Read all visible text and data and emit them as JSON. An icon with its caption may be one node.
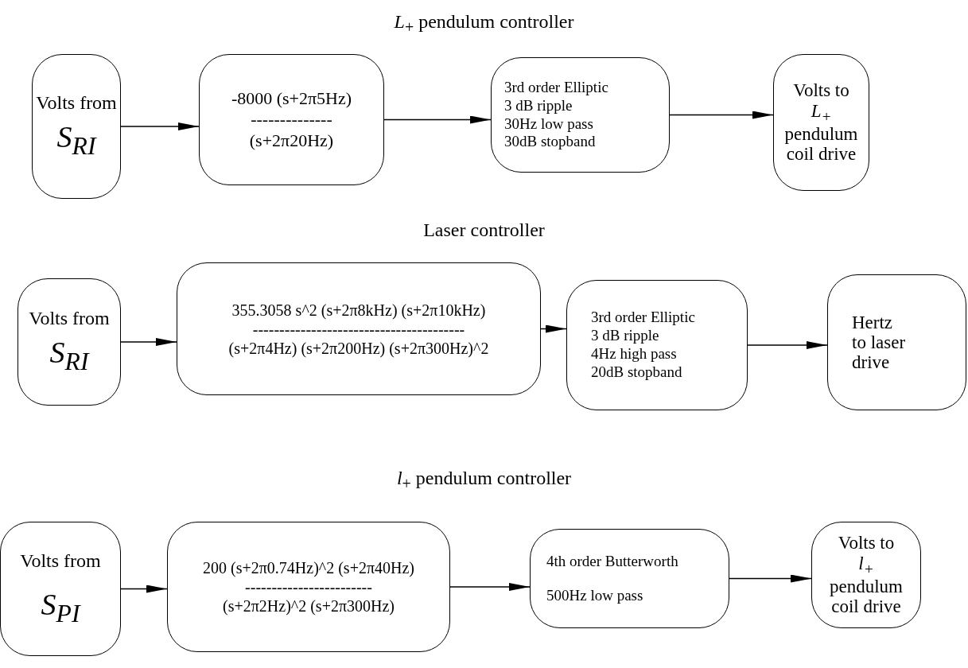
{
  "diagram": {
    "nodes": [
      {
        "text": [
          "Volts from",
          "S$_{RI}$"
        ]
      },
      {
        "text": [
          "-8000 (s+2π5Hz)",
          "--------------",
          "(s+2π20Hz)"
        ]
      },
      {
        "text": [
          "3rd order Elliptic",
          "3 dB ripple",
          "30Hz low pass",
          "30dB stopband"
        ]
      },
      {
        "text": [
          "Volts to",
          "L$_{+}$",
          "pendulum coil drive"
        ]
      },
      {
        "text": [
          "Volts from",
          "S$_{RI}$"
        ]
      },
      {
        "text": [
          "355.3058 s^2 (s+2π8kHz) (s+2π10kHz)",
          "----------------------------------------",
          "(s+2π4Hz) (s+2π200Hz) (s+2π300Hz)^2"
        ]
      },
      {
        "text": [
          "3rd order Elliptic",
          "3 dB ripple",
          "4Hz high pass",
          "20dB stopband"
        ]
      },
      {
        "text": [
          "Hertz to laser drive"
        ]
      },
      {
        "text": [
          "Volts from",
          "S$_{PI}$"
        ]
      },
      {
        "text": [
          "200 (s+2π0.74Hz)^2 (s+2π40Hz)",
          "------------------------",
          "(s+2π2Hz)^2 (s+2π300Hz)"
        ]
      },
      {
        "text": [
          "4th order Butterworth",
          "500Hz low pass"
        ]
      },
      {
        "text": [
          "Volts to",
          "l$_{+}$",
          "pendulum coil drive"
        ]
      }
    ],
    "edges": [
      {
        "from": 0,
        "to": 1,
        "arrow": "to"
      },
      {
        "from": 1,
        "to": 2,
        "arrow": "to"
      },
      {
        "from": 2,
        "to": 3,
        "arrow": "to"
      },
      {
        "from": 4,
        "to": 5,
        "arrow": "to"
      },
      {
        "from": 5,
        "to": 6,
        "arrow": "to"
      },
      {
        "from": 6,
        "to": 7,
        "arrow": "to"
      },
      {
        "from": 8,
        "to": 9,
        "arrow": "to"
      },
      {
        "from": 9,
        "to": 10,
        "arrow": "to"
      },
      {
        "from": 10,
        "to": 11,
        "arrow": "to"
      }
    ],
    "labels": [
      "*L*$_{+}$ pendulum controller",
      "Laser controller",
      "*l*$_{+}$ pendulum controller"
    ]
  }
}
